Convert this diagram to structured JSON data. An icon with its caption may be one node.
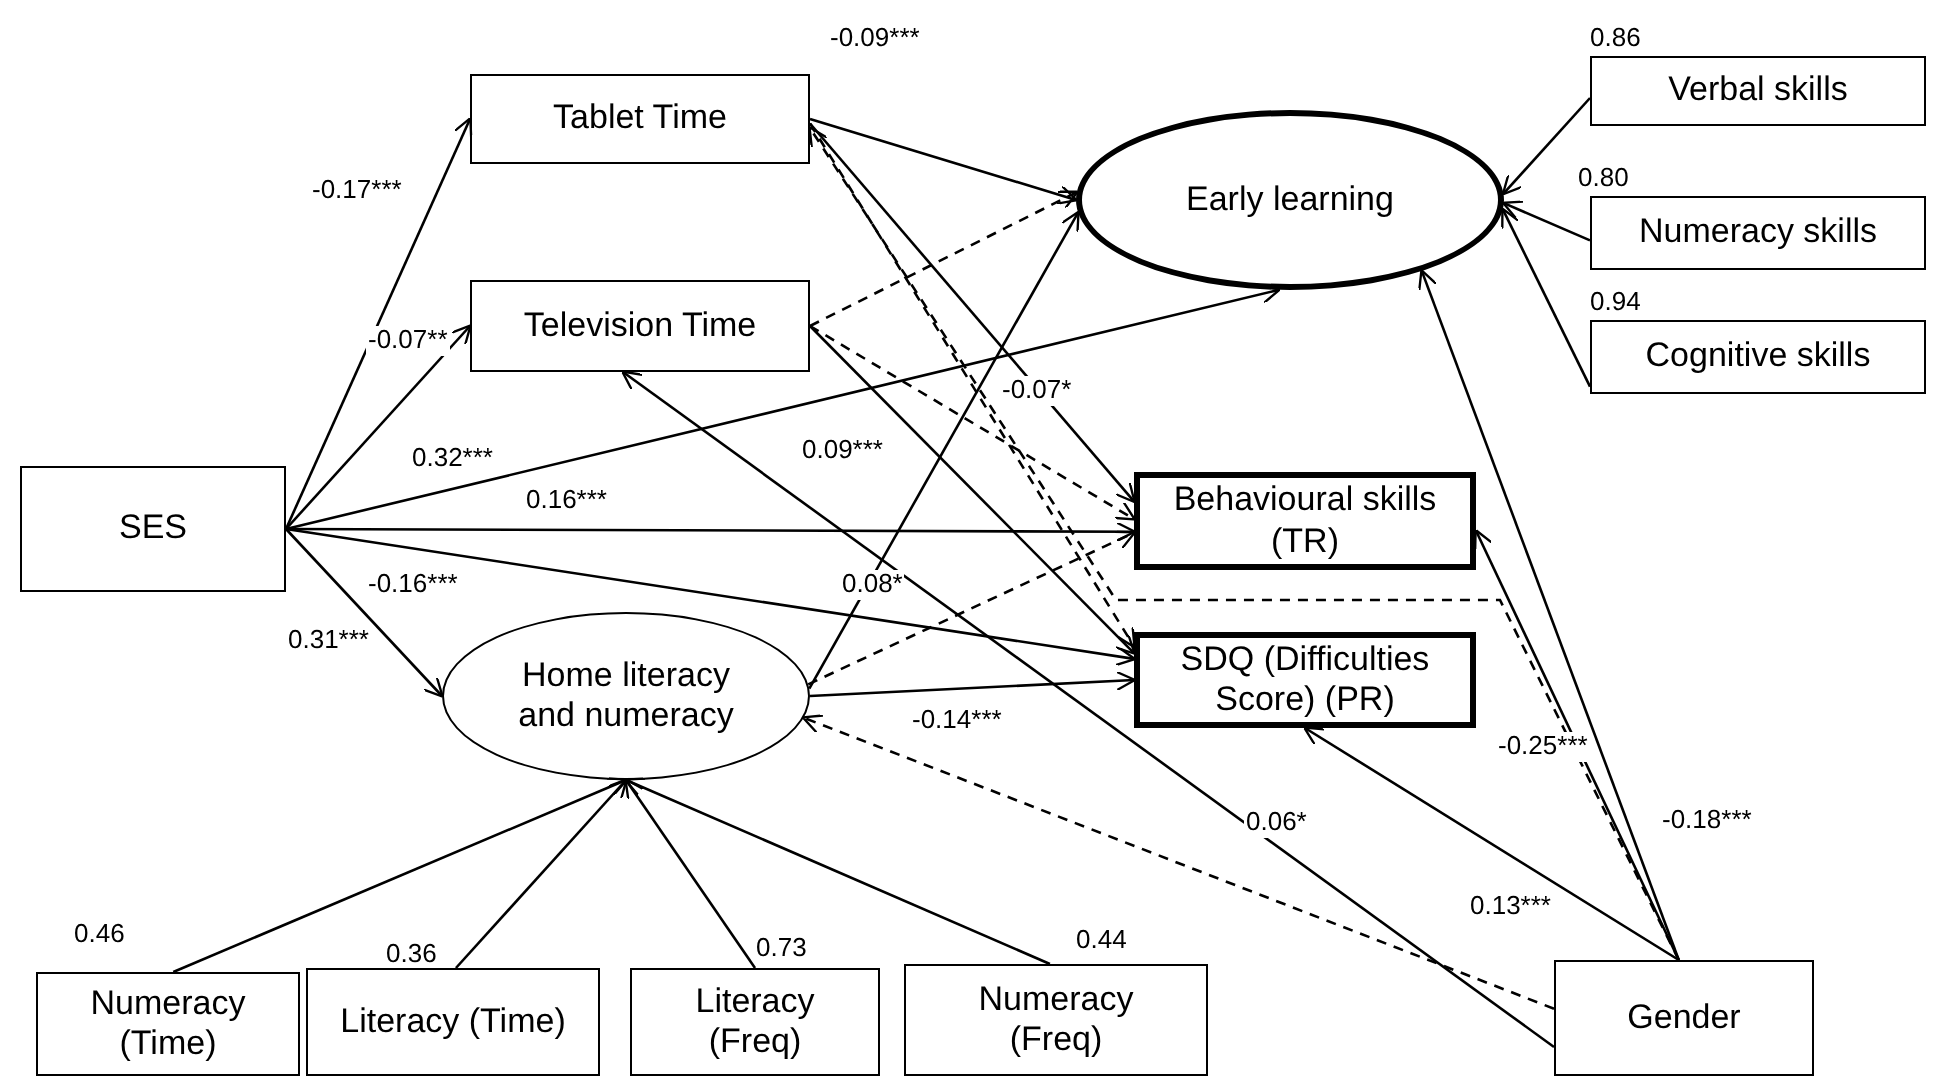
{
  "diagram": {
    "nodes": [
      {
        "text": [
          "SES"
        ]
      },
      {
        "text": [
          "Tablet Time"
        ]
      },
      {
        "text": [
          "Television Time"
        ]
      },
      {
        "text": [
          "Early learning"
        ]
      },
      {
        "text": [
          "Verbal skills"
        ],
        "beside": [
          "0.86"
        ]
      },
      {
        "text": [
          "Numeracy skills"
        ],
        "beside": [
          "0.80"
        ]
      },
      {
        "text": [
          "Cognitive skills"
        ],
        "beside": [
          "0.94"
        ]
      },
      {
        "text": [
          "Behavioural skills (TR)"
        ]
      },
      {
        "text": [
          "SDQ (Difficulties Score) (PR)"
        ]
      },
      {
        "text": [
          "Home literacy and numeracy"
        ]
      },
      {
        "text": [
          "Numeracy (Time)"
        ],
        "beside": [
          "0.46"
        ]
      },
      {
        "text": [
          "Literacy (Time)"
        ],
        "beside": [
          "0.36"
        ]
      },
      {
        "text": [
          "Literacy (Freq)"
        ],
        "beside": [
          "0.73"
        ]
      },
      {
        "text": [
          "Numeracy (Freq)"
        ],
        "beside": [
          "0.44"
        ]
      },
      {
        "text": [
          "Gender"
        ]
      }
    ],
    "edges": [
      {
        "from": 0,
        "to": 1,
        "arrow": "to",
        "label": "-0.17***"
      },
      {
        "from": 0,
        "to": 2,
        "arrow": "to",
        "label": "-0.07**"
      },
      {
        "from": 0,
        "to": 3,
        "arrow": "to",
        "label": "0.32***"
      },
      {
        "from": 0,
        "to": 7,
        "arrow": "to",
        "label": "0.16***"
      },
      {
        "from": 0,
        "to": 8,
        "arrow": "to",
        "label": "-0.16***"
      },
      {
        "from": 0,
        "to": 9,
        "arrow": "to",
        "label": "0.31***"
      },
      {
        "from": 1,
        "to": 3,
        "arrow": "to",
        "label": "-0.09***"
      },
      {
        "from": 1,
        "to": 7,
        "arrow": "to"
      },
      {
        "from": 1,
        "to": 8,
        "arrow": "to",
        "style": "dashed"
      },
      {
        "from": 2,
        "to": 3,
        "arrow": "to",
        "style": "dashed"
      },
      {
        "from": 2,
        "to": 7,
        "arrow": "to",
        "style": "dashed"
      },
      {
        "from": 2,
        "to": 8,
        "arrow": "to",
        "label": "0.09***"
      },
      {
        "from": 9,
        "to": 3,
        "arrow": "to",
        "label": "0.08*"
      },
      {
        "from": 9,
        "to": 7,
        "arrow": "to",
        "style": "dashed"
      },
      {
        "from": 9,
        "to": 8,
        "arrow": "to",
        "label": "-0.14***"
      },
      {
        "from": 14,
        "to": 9,
        "arrow": "to",
        "style": "dashed"
      },
      {
        "from": 14,
        "to": 2,
        "arrow": "to",
        "label": "0.06*"
      },
      {
        "from": 14,
        "to": 8,
        "arrow": "to",
        "label": "0.13***"
      },
      {
        "from": 14,
        "to": 7,
        "arrow": "to",
        "label": "-0.25***"
      },
      {
        "from": 14,
        "to": 3,
        "arrow": "to",
        "label": "-0.18***"
      },
      {
        "from": 14,
        "to": 1,
        "arrow": "to",
        "style": "dashed",
        "label": "-0.07*"
      },
      {
        "from": 4,
        "to": 3,
        "arrow": "to"
      },
      {
        "from": 5,
        "to": 3,
        "arrow": "to"
      },
      {
        "from": 6,
        "to": 3,
        "arrow": "to"
      },
      {
        "from": 10,
        "to": 9,
        "arrow": "to"
      },
      {
        "from": 11,
        "to": 9,
        "arrow": "to"
      },
      {
        "from": 12,
        "to": 9,
        "arrow": "to"
      },
      {
        "from": 13,
        "to": 9,
        "arrow": "to"
      }
    ]
  }
}
